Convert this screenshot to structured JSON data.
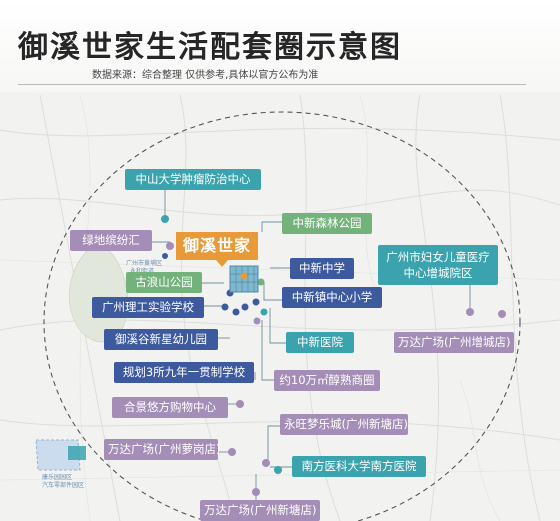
{
  "title": "御溪世家生活配套圈示意图",
  "subtitle": "数据来源：综合整理 仅供参考,具体以官方公布为准",
  "project": "御溪世家",
  "labels": {
    "zhongshan_hospital": "中山大学肿瘤防治中心",
    "ludi_plaza": "绿地缤纷汇",
    "zhongxin_forest_park": "中新森林公园",
    "zhongxin_middle_school": "中新中学",
    "guangzhou_women_children": "广州市妇女儿童医疗中心增城院区",
    "gulangshan_park": "古浪山公园",
    "zhongxin_primary": "中新镇中心小学",
    "ligong_school": "广州理工实验学校",
    "yuxigu_kindergarten": "御溪谷新星幼儿园",
    "zhongxin_hospital": "中新医院",
    "wanda_zengcheng": "万达广场(广州增城店)",
    "nine_year_schools": "规划3所九年一贯制学校",
    "mature_commerce": "约10万㎡醇熟商圈",
    "hejing_mall": "合景悠方购物中心",
    "yongwang_city": "永旺梦乐城(广州新塘店)",
    "wanda_luogang": "万达广场(广州萝岗店)",
    "nanfang_hospital": "南方医科大学南方医院",
    "wanda_xintang": "万达广场(广州新塘店)"
  },
  "map_text": {
    "zone_a": "广州市黄埔区",
    "zone_b": "永和街道",
    "zone_c": "康乐园园区",
    "zone_d": "汽车零部件园区"
  },
  "colors": {
    "teal": "#3aa3ae",
    "green": "#74b27c",
    "navy": "#3e5a9e",
    "purple": "#a48db6",
    "project": "#e89a38"
  }
}
